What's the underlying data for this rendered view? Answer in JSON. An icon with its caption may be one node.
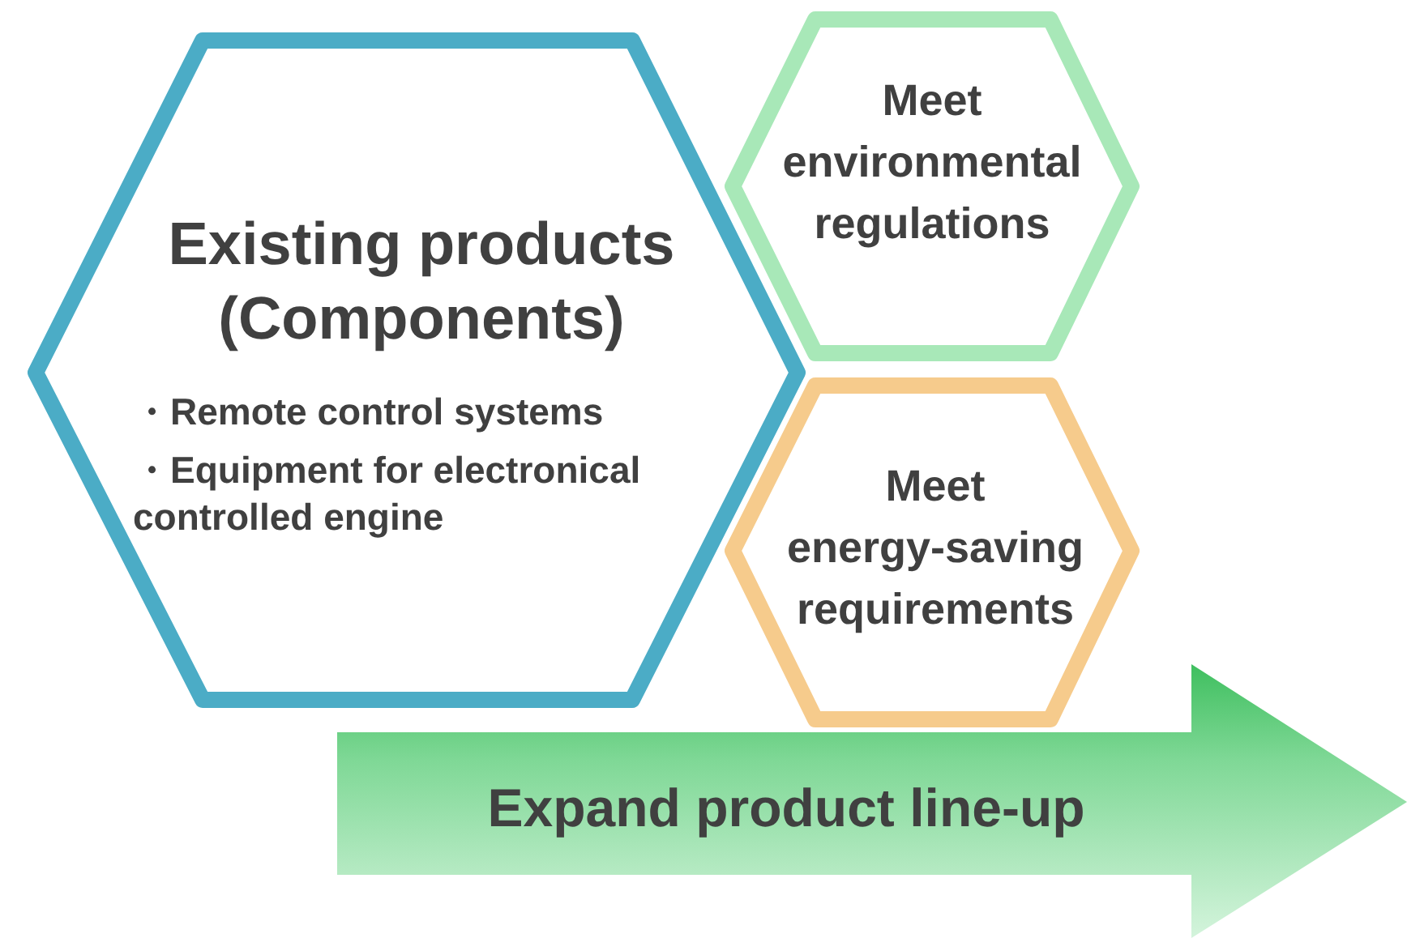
{
  "diagram": {
    "nodes": [
      {
        "text": [
          "Existing products (Components)",
          "・Remote control systems",
          "・Equipment for electronical controlled engine"
        ]
      },
      {
        "text": [
          "Meet environmental regulations"
        ]
      },
      {
        "text": [
          "Meet energy-saving requirements"
        ]
      },
      {
        "text": [
          "Expand product line-up"
        ]
      }
    ],
    "edges": []
  }
}
